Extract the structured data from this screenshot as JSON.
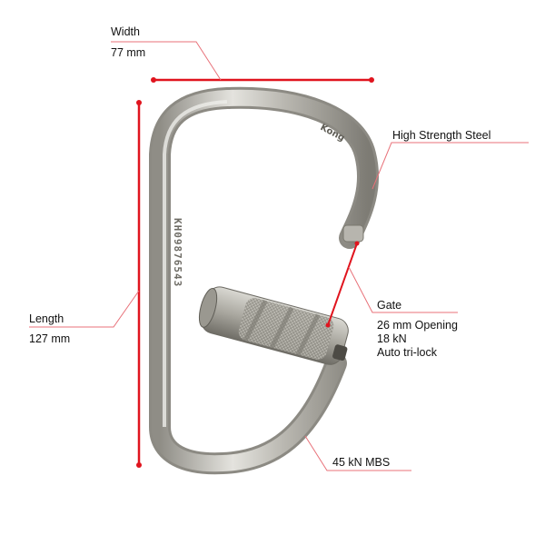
{
  "diagram": {
    "subject": "Steel locking carabiner",
    "accent_color": "#e0141e",
    "leader_color": "#e8727a"
  },
  "annotations": {
    "width": {
      "title": "Width",
      "value": "77 mm"
    },
    "length": {
      "title": "Length",
      "value": "127 mm"
    },
    "material": {
      "title": "High Strength Steel"
    },
    "gate": {
      "title": "Gate",
      "lines": [
        "26 mm Opening",
        "18 kN",
        "Auto tri-lock"
      ]
    },
    "strength": {
      "title": "45 kN MBS"
    }
  },
  "product_marks": {
    "spine_text": "KH09876543",
    "brand_mark": "Kong"
  }
}
